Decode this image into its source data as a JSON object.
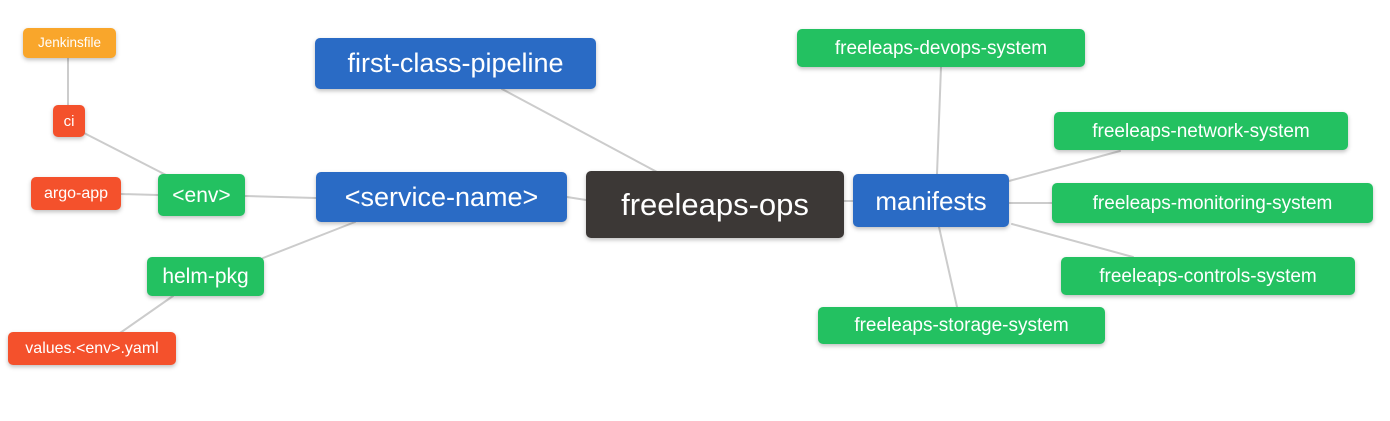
{
  "diagram": {
    "type": "mindmap",
    "root_label": "freeleaps-ops",
    "palette": {
      "root_dark": "#3c3836",
      "branch_blue": "#2a6bc5",
      "node_green": "#23c161",
      "leaf_red": "#f4512c",
      "leaf_orange": "#f9a62b",
      "edge_gray": "#cccccc",
      "background": "#ffffff",
      "text": "#ffffff"
    },
    "nodes": [
      {
        "id": "jenkinsfile",
        "label": "Jenkinsfile",
        "color": "orange"
      },
      {
        "id": "ci",
        "label": "ci",
        "color": "red"
      },
      {
        "id": "argo-app",
        "label": "argo-app",
        "color": "red"
      },
      {
        "id": "env",
        "label": "<env>",
        "color": "green"
      },
      {
        "id": "helm-pkg",
        "label": "helm-pkg",
        "color": "green"
      },
      {
        "id": "values-env-yaml",
        "label": "values.<env>.yaml",
        "color": "red"
      },
      {
        "id": "first-class-pipeline",
        "label": "first-class-pipeline",
        "color": "blue"
      },
      {
        "id": "service-name",
        "label": "<service-name>",
        "color": "blue"
      },
      {
        "id": "freeleaps-ops",
        "label": "freeleaps-ops",
        "color": "dark"
      },
      {
        "id": "manifests",
        "label": "manifests",
        "color": "blue"
      },
      {
        "id": "freeleaps-devops-system",
        "label": "freeleaps-devops-system",
        "color": "green"
      },
      {
        "id": "freeleaps-network-system",
        "label": "freeleaps-network-system",
        "color": "green"
      },
      {
        "id": "freeleaps-monitoring-system",
        "label": "freeleaps-monitoring-system",
        "color": "green"
      },
      {
        "id": "freeleaps-controls-system",
        "label": "freeleaps-controls-system",
        "color": "green"
      },
      {
        "id": "freeleaps-storage-system",
        "label": "freeleaps-storage-system",
        "color": "green"
      }
    ],
    "edges": [
      [
        "jenkinsfile",
        "ci"
      ],
      [
        "ci",
        "env"
      ],
      [
        "argo-app",
        "env"
      ],
      [
        "env",
        "service-name"
      ],
      [
        "helm-pkg",
        "service-name"
      ],
      [
        "values-env-yaml",
        "helm-pkg"
      ],
      [
        "first-class-pipeline",
        "freeleaps-ops"
      ],
      [
        "service-name",
        "freeleaps-ops"
      ],
      [
        "freeleaps-ops",
        "manifests"
      ],
      [
        "manifests",
        "freeleaps-devops-system"
      ],
      [
        "manifests",
        "freeleaps-network-system"
      ],
      [
        "manifests",
        "freeleaps-monitoring-system"
      ],
      [
        "manifests",
        "freeleaps-controls-system"
      ],
      [
        "manifests",
        "freeleaps-storage-system"
      ]
    ]
  }
}
